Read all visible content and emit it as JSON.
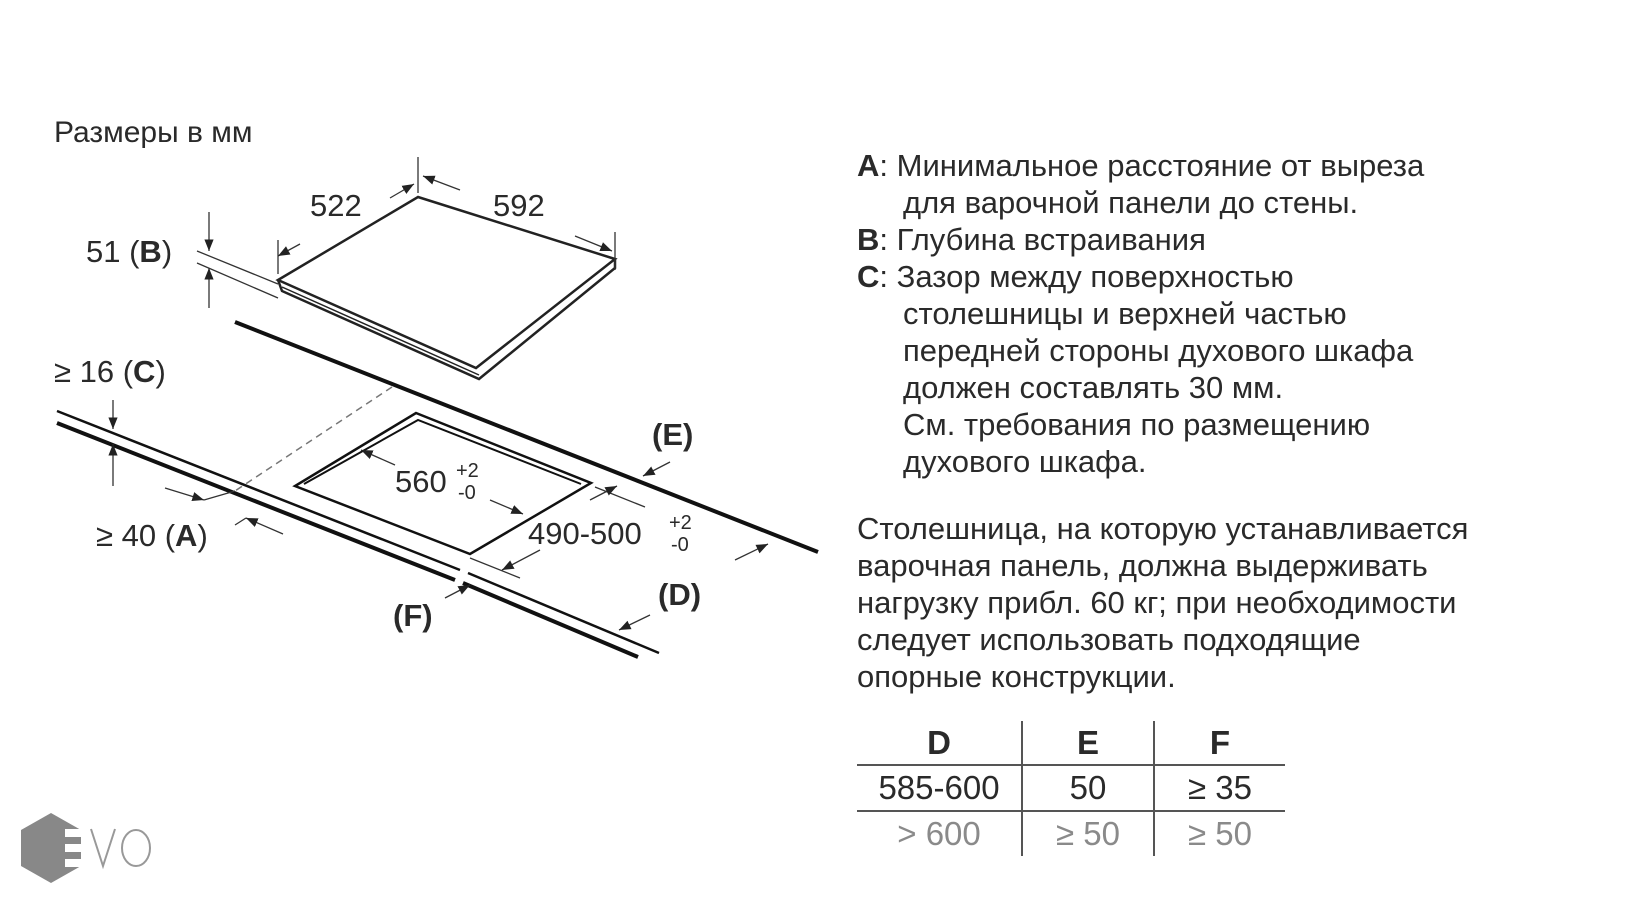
{
  "title": "Размеры в мм",
  "diagram": {
    "width_label": "522",
    "depth_label": "592",
    "b_label": "51 (",
    "b_key": "B",
    "c_label": "≥ 16 (",
    "c_key": "C",
    "a_label": "≥ 40 (",
    "a_key": "A",
    "close_paren": ")",
    "cutout_w": "560",
    "cutout_d": "490-500",
    "tol_plus": "+2",
    "tol_minus": "-0",
    "e_label": "(E)",
    "d_label": "(D)",
    "f_label": "(F)"
  },
  "legend": [
    {
      "key": "A",
      "lines": [
        "Минимальное расстояние от выреза",
        "для варочной панели до стены."
      ]
    },
    {
      "key": "B",
      "lines": [
        "Глубина встраивания"
      ]
    },
    {
      "key": "C",
      "lines": [
        "Зазор между поверхностью",
        "столешницы и верхней частью",
        "передней стороны духового шкафа",
        "должен составлять 30 мм.",
        "См. требования по размещению",
        "духового шкафа."
      ]
    }
  ],
  "note": [
    "Столешница, на которую устанавливается",
    "варочная панель, должна выдерживать",
    "нагрузку прибл. 60 кг; при необходимости",
    "следует использовать подходящие",
    "опорные конструкции."
  ],
  "table": {
    "headers": [
      "D",
      "E",
      "F"
    ],
    "rows": [
      [
        "585-600",
        "50",
        "≥ 35"
      ],
      [
        "> 600",
        "≥ 50",
        "≥ 50"
      ]
    ]
  },
  "logo": {
    "text": "EVO",
    "color": "#888888"
  }
}
